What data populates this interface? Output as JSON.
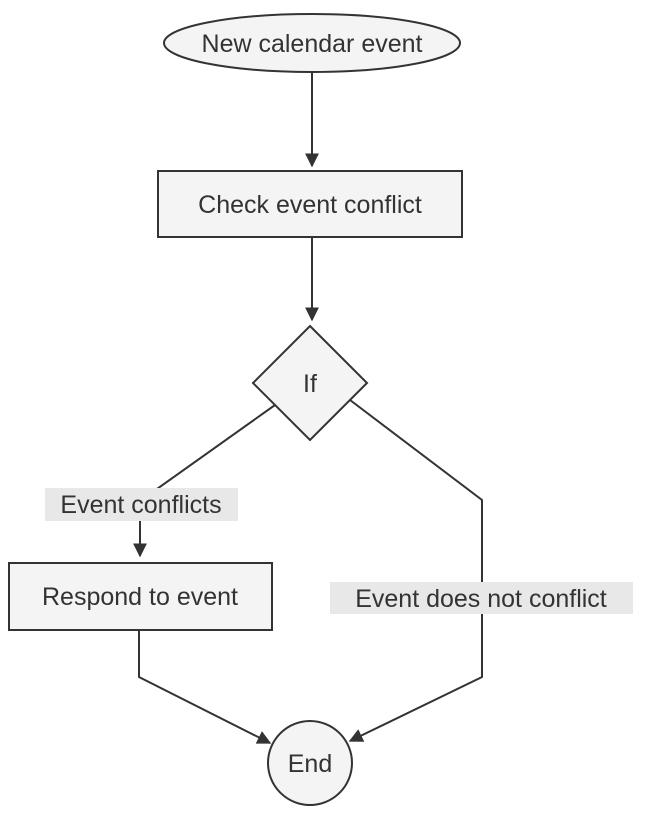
{
  "diagram": {
    "type": "flowchart",
    "direction": "top-to-bottom",
    "colors": {
      "background": "#ffffff",
      "node_fill": "#f4f4f4",
      "node_border": "#333333",
      "edge_color": "#333333",
      "edge_label_bg": "#e8e8e8",
      "text_color": "#333333"
    },
    "nodes": [
      {
        "id": "start",
        "shape": "ellipse",
        "label": "New calendar event"
      },
      {
        "id": "check",
        "shape": "rectangle",
        "label": "Check event conflict"
      },
      {
        "id": "decision",
        "shape": "diamond",
        "label": "If"
      },
      {
        "id": "respond",
        "shape": "rectangle",
        "label": "Respond to event"
      },
      {
        "id": "end",
        "shape": "circle",
        "label": "End"
      }
    ],
    "edges": [
      {
        "from": "start",
        "to": "check",
        "label": ""
      },
      {
        "from": "check",
        "to": "decision",
        "label": ""
      },
      {
        "from": "decision",
        "to": "respond",
        "label": "Event conflicts"
      },
      {
        "from": "decision",
        "to": "end",
        "label": "Event does not conflict"
      },
      {
        "from": "respond",
        "to": "end",
        "label": ""
      }
    ]
  }
}
